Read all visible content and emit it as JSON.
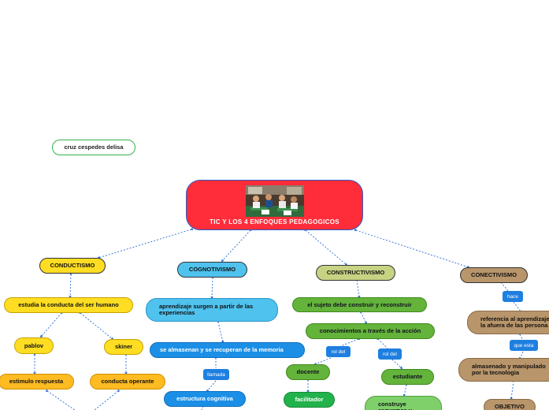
{
  "author": "cruz cespedes delisa",
  "central": {
    "title": "TIC Y LOS 4 ENFOQUES PEDAGOGICOS",
    "image": "classroom-photo"
  },
  "branches": {
    "conductismo": {
      "title": "CONDUCTISMO",
      "n1": "estudia la conducta del ser humano",
      "pablov": "pablov",
      "skiner": "skiner",
      "estimulo": "estimulo respuesta",
      "operante": "conducta operante"
    },
    "cognotivismo": {
      "title": "COGNOTIVISMO",
      "n1": "aprendizaje surgen a partir de las experiencias",
      "n2": "se almasenan y se recuperan de la memoria",
      "label": "llamada",
      "n3": "estructura cognitiva"
    },
    "constructivismo": {
      "title": "CONSTRUCTIVISMO",
      "n1": "el sujeto debe construir y reconstruir",
      "n2": "conocimientos a través de la acción",
      "label_left": "rol del",
      "label_right": "rol del",
      "docente": "docente",
      "estudiante": "estudiante",
      "facilitador": "facilitador",
      "construye": "construye esquemas y"
    },
    "conectivismo": {
      "title": "CONECTIVISMO",
      "label1": "hace",
      "n1": "referencia al aprendizaje a la afuera de las persona",
      "label2": "que esta",
      "n2": "almasenado y manipulado por la tecnologia",
      "n3": "OBJETIVO"
    }
  },
  "colors": {
    "central": "#ff2c3a",
    "conductismo": "#ffdd22",
    "cognotivismo": "#4fc2ee",
    "constructivismo": "#c7d383",
    "conectivismo": "#b8956a",
    "link": "#2a6fd6"
  }
}
